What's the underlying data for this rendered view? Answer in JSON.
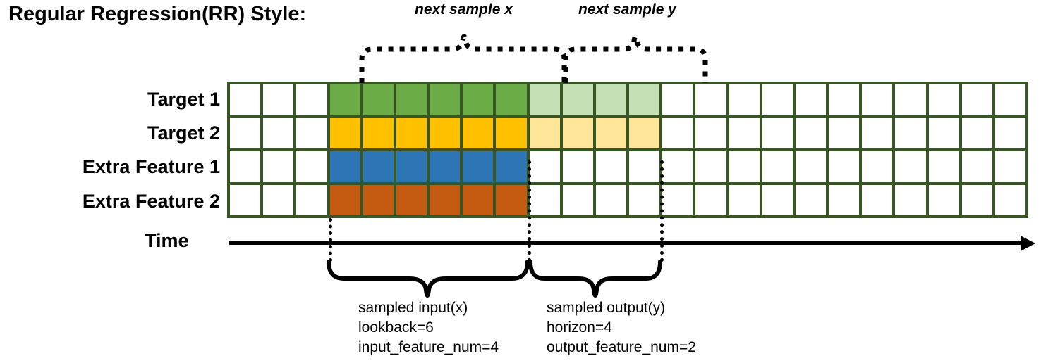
{
  "title": "Regular Regression(RR) Style:",
  "rows": [
    {
      "label": "Target 1",
      "color_name": "green",
      "color": "#6CAC46",
      "light_color": "#C5E0B4"
    },
    {
      "label": "Target 2",
      "color_name": "amber",
      "color": "#FFC000",
      "light_color": "#FFE699"
    },
    {
      "label": "Extra Feature 1",
      "color_name": "blue",
      "color": "#2E75B6",
      "light_color": null
    },
    {
      "label": "Extra Feature 2",
      "color_name": "orange",
      "color": "#C55A11",
      "light_color": null
    }
  ],
  "grid": {
    "total_columns": 24,
    "leading_blank_columns": 3,
    "input_columns": 6,
    "output_columns": 4,
    "border_color": "#375623",
    "empty_cell_color": "#ffffff"
  },
  "top_braces": [
    {
      "label": "next sample x",
      "spans": "input"
    },
    {
      "label": "next sample y",
      "spans": "output"
    }
  ],
  "axis": {
    "label": "Time",
    "direction": "right-arrow"
  },
  "bottom_braces": [
    {
      "title": "sampled input(x)",
      "line2": "lookback=6",
      "line3": "input_feature_num=4"
    },
    {
      "title": "sampled output(y)",
      "line2": "horizon=4",
      "line3": "output_feature_num=2"
    }
  ]
}
